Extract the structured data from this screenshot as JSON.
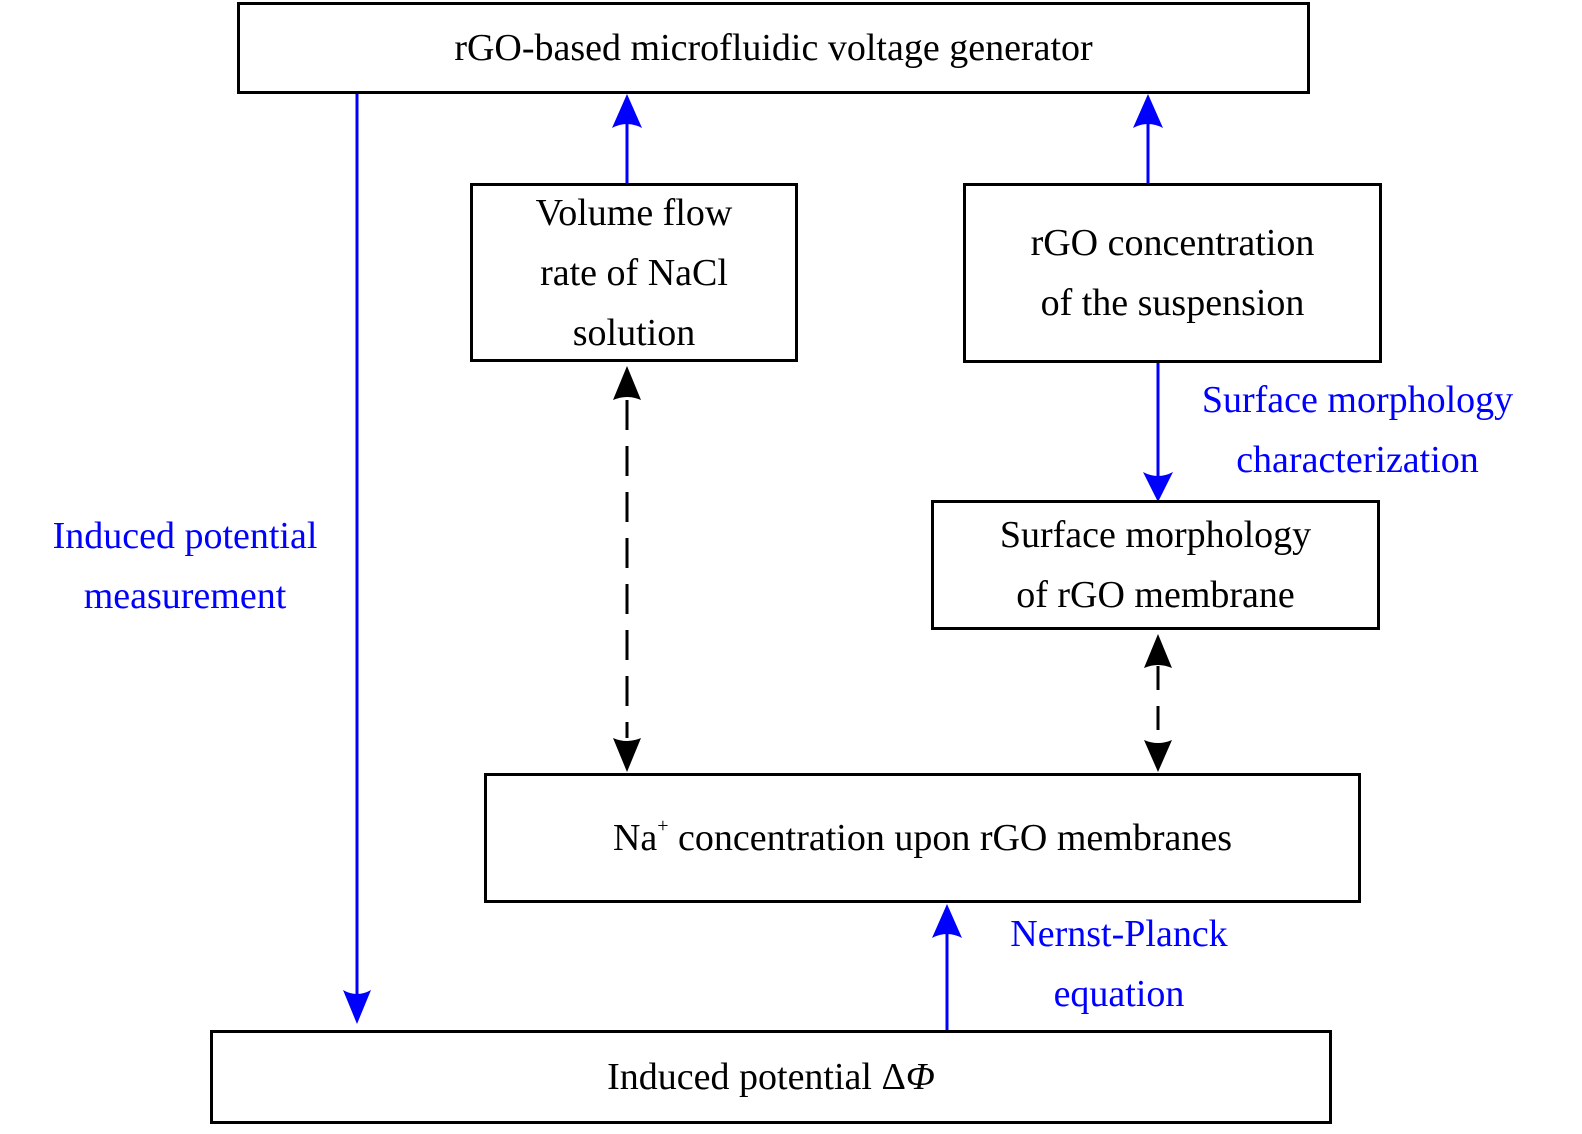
{
  "colors": {
    "process_arrow": "#0000ff",
    "relation_arrow": "#000000",
    "box_border": "#000000"
  },
  "nodes": {
    "generator": {
      "text": "rGO-based microfluidic voltage generator"
    },
    "flow_rate": {
      "lines": [
        "Volume flow",
        "rate of NaCl",
        "solution"
      ]
    },
    "rgo_concentration": {
      "lines": [
        "rGO concentration",
        "of the suspension"
      ]
    },
    "surface_morphology": {
      "lines": [
        "Surface morphology",
        "of rGO membrane"
      ]
    },
    "na_concentration": {
      "prefix": "Na",
      "superscript": "+",
      "suffix": " concentration upon rGO membranes"
    },
    "induced_potential": {
      "prefix": "Induced potential ",
      "symbol": "Δ",
      "italic_symbol": "Φ"
    }
  },
  "edge_labels": {
    "induced_potential_measurement": [
      "Induced potential",
      "measurement"
    ],
    "surface_morphology_characterization": [
      "Surface morphology",
      "characterization"
    ],
    "nernst_planck": [
      "Nernst-Planck",
      "equation"
    ]
  },
  "edges": [
    {
      "from": "generator",
      "to": "induced_potential",
      "style": "solid",
      "color": "blue",
      "label": "induced_potential_measurement"
    },
    {
      "from": "flow_rate",
      "to": "generator",
      "style": "solid",
      "color": "blue"
    },
    {
      "from": "rgo_concentration",
      "to": "generator",
      "style": "solid",
      "color": "blue"
    },
    {
      "from": "rgo_concentration",
      "to": "surface_morphology",
      "style": "solid",
      "color": "blue",
      "label": "surface_morphology_characterization"
    },
    {
      "from": "flow_rate",
      "to": "na_concentration",
      "style": "dashed",
      "color": "black",
      "bidirectional": true
    },
    {
      "from": "surface_morphology",
      "to": "na_concentration",
      "style": "dashed",
      "color": "black",
      "bidirectional": true
    },
    {
      "from": "induced_potential",
      "to": "na_concentration",
      "style": "solid",
      "color": "blue",
      "label": "nernst_planck"
    }
  ]
}
